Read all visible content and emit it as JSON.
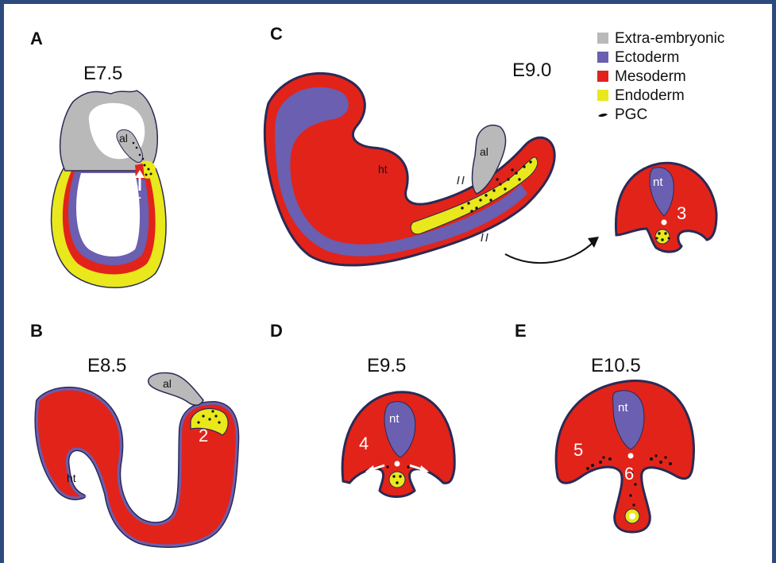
{
  "panels": {
    "A": {
      "letter": "A",
      "stage": "E7.5",
      "labels": {
        "al": "al",
        "step": "1"
      }
    },
    "B": {
      "letter": "B",
      "stage": "E8.5",
      "labels": {
        "al": "al",
        "ht": "ht",
        "step": "2"
      }
    },
    "C": {
      "letter": "C",
      "stage": "E9.0",
      "labels": {
        "al": "al",
        "ht": "ht",
        "nt": "nt",
        "step": "3"
      }
    },
    "D": {
      "letter": "D",
      "stage": "E9.5",
      "labels": {
        "nt": "nt",
        "step": "4"
      }
    },
    "E": {
      "letter": "E",
      "stage": "E10.5",
      "labels": {
        "nt": "nt",
        "step5": "5",
        "step6": "6"
      }
    }
  },
  "legend": {
    "items": [
      {
        "label": "Extra-embryonic",
        "color": "#b9b9b9"
      },
      {
        "label": "Ectoderm",
        "color": "#6a5fb0"
      },
      {
        "label": "Mesoderm",
        "color": "#e2231a"
      },
      {
        "label": "Endoderm",
        "color": "#e8e81c"
      },
      {
        "label": "PGC",
        "color": "#111111"
      }
    ]
  },
  "colors": {
    "extra_embryonic": "#b9b9b9",
    "ectoderm": "#6a5fb0",
    "mesoderm": "#e2231a",
    "endoderm": "#e8e81c",
    "outline": "#2a2a55",
    "frame": "#2d4a7c"
  }
}
